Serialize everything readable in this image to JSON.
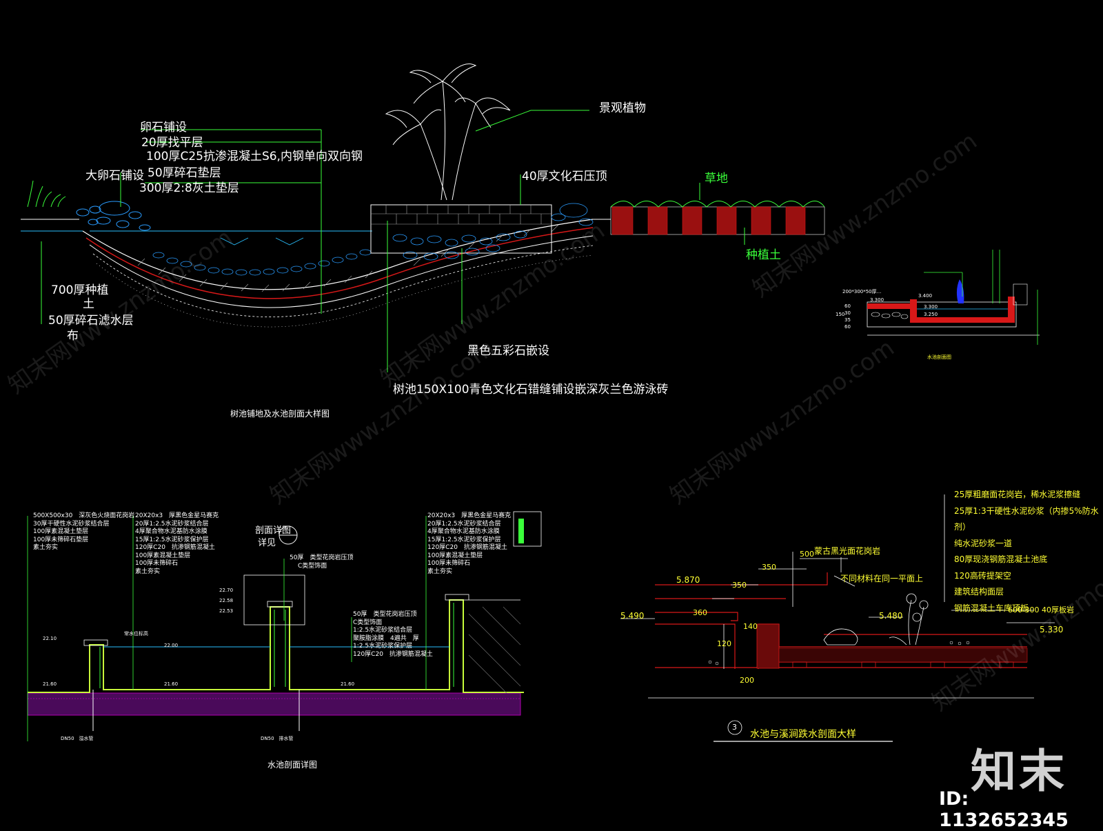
{
  "drawing1": {
    "title": "树池铺地及水池剖面大样图",
    "labels": {
      "pebble_paving": "卵石铺设",
      "leveling_20": "20厚找平层",
      "c25_concrete": "100厚C25抗渗混凝土S6,内钢单向双向钢",
      "big_pebble": "大卵石铺设",
      "gravel_50": "50厚碎石垫层",
      "lime_soil_300": "300厚2:8灰土垫层",
      "landscape_plant": "景观植物",
      "culture_stone_top": "40厚文化石压顶",
      "lawn": "草地",
      "planting_soil": "种植土",
      "planting_700a": "700厚种植",
      "planting_700b": "土",
      "filter_layer": "50厚碎石滤水层",
      "cloth": "布",
      "black_stone": "黑色五彩石嵌设",
      "tree_pool_note": "树池150X100青色文化石错缝铺设嵌深灰兰色游泳砖"
    }
  },
  "drawing2": {
    "labels": {
      "top_left": "200*300*50厚...",
      "el_a": "3.400",
      "el_b": "3.300",
      "el_c": "3.300",
      "el_d": "3.250",
      "dims": [
        "60",
        "30",
        "35",
        "60",
        "150"
      ],
      "caption": "水池剖面图"
    }
  },
  "drawing3": {
    "title": "水池剖面详图",
    "section_detail_a": "剖面详图",
    "section_detail_b": "详见",
    "left_stack": [
      "500X500x30　深灰色火烧面花岗岩",
      "30厚干硬性水泥砂浆结合层",
      "100厚素混凝土垫层",
      "100厚未筛碎石垫层",
      "素土夯实"
    ],
    "mid_stack": [
      "20X20x3　厚黑色金星马赛克",
      "20厚1:2.5水泥砂浆结合层",
      "4厚聚合物水泥基防水涂膜",
      "15厚1:2.5水泥砂浆保护层",
      "120厚C20　抗渗钢筋混凝土",
      "100厚素混凝土垫层",
      "100厚未筛碎石",
      "素土夯实"
    ],
    "right_stack": [
      "20X20x3　厚黑色金星马赛克",
      "20厚1:2.5水泥砂浆结合层",
      "4厚聚合物水泥基防水涂膜",
      "15厚1:2.5水泥砂浆保护层",
      "120厚C20　抗渗钢筋混凝土",
      "100厚素混凝土垫层",
      "100厚未筛碎石",
      "素土夯实"
    ],
    "center_stack": [
      "50厚　类型花岗岩压顶",
      "C类型饰面",
      "1:2.5水泥砂浆结合层",
      "聚胺脂涂膜　4遍共　厚",
      "1:2.5水泥砂浆保护层",
      "120厚C20　抗渗钢筋混凝土"
    ],
    "top_note_a": "50厚　类型花岗岩压顶",
    "top_note_b": "C类型饰面",
    "elevations": [
      "22.70",
      "22.58",
      "22.53",
      "22.10",
      "22.00",
      "21.60",
      "21.60",
      "21.60"
    ],
    "pipe_overflow": "DN50　溢水管",
    "pipe_drain": "DN50　排水管",
    "water_note": "常水位标高"
  },
  "drawing4": {
    "number": "3",
    "title": "水池与溪涧跌水剖面大样",
    "right_stack": [
      "25厚粗磨面花岗岩，稀水泥浆擦缝",
      "25厚1:3干硬性水泥砂浆（内掺5%防水剂）",
      "纯水泥砂浆一道",
      "80厚现浇钢筋混凝土池底",
      "120高砖提架空",
      "建筑结构面层",
      "钢筋混凝土车库顶板"
    ],
    "note_granite": "蒙古黑光面花岗岩",
    "note_plane": "不同材料在同一平面上",
    "note_slab": "600 300 40厚板岩",
    "dims": {
      "d500": "500",
      "d350a": "350",
      "d350b": "350",
      "d360": "360",
      "d140": "140",
      "d120": "120",
      "d200": "200"
    },
    "elevations": {
      "e5870": "5.870",
      "e5490": "5.490",
      "e5480": "5.480",
      "e5330": "5.330"
    }
  },
  "watermark": "知末网www.znzmo.com",
  "brand": "知末",
  "id_label": "ID: 1132652345",
  "colors": {
    "background": "#000000",
    "green": "#3aff3a",
    "yellow": "#ffff33",
    "red": "#d81818",
    "magenta": "#b000b0",
    "cyan": "#2ac0ff"
  }
}
